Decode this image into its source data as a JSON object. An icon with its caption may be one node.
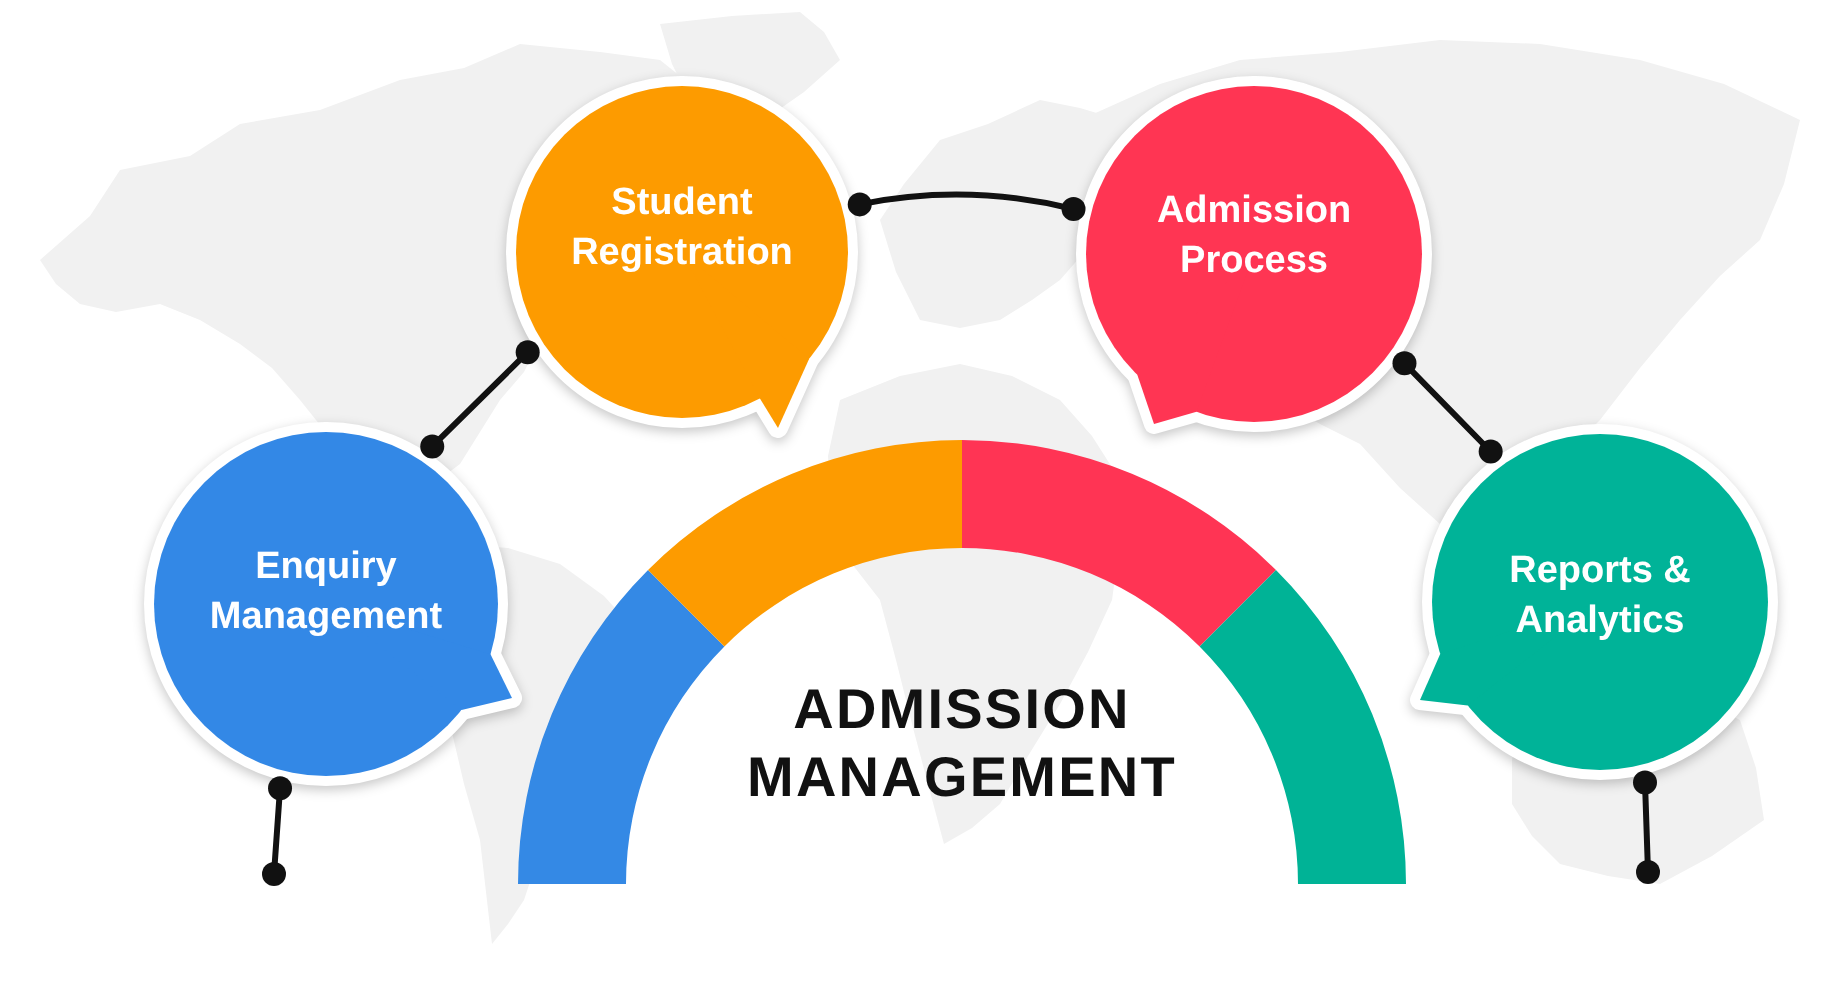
{
  "diagram": {
    "nodes": [
      {
        "text": [
          "Enquiry Management"
        ]
      },
      {
        "text": [
          "Student Registration"
        ]
      },
      {
        "text": [
          "Admission Process"
        ]
      },
      {
        "text": [
          "Reports & Analytics"
        ]
      },
      {
        "text": [
          "ADMISSION MANAGEMENT"
        ]
      }
    ],
    "edges": [
      {
        "from": 0,
        "to": 1,
        "arrow": "other"
      },
      {
        "from": 1,
        "to": 2,
        "arrow": "other"
      },
      {
        "from": 2,
        "to": 3,
        "arrow": "other"
      },
      {
        "from": 0,
        "to": null,
        "arrow": "other"
      },
      {
        "from": 3,
        "to": null,
        "arrow": "other"
      }
    ]
  }
}
